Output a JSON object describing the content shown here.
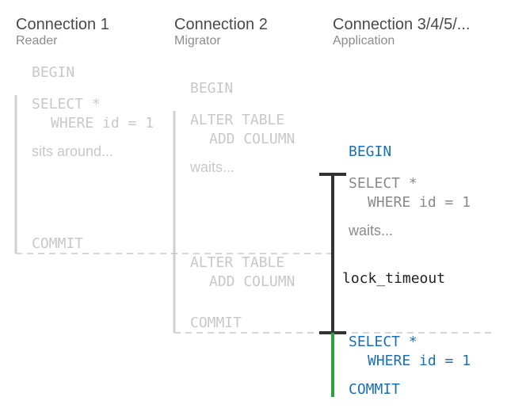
{
  "columns": [
    {
      "title": "Connection 1",
      "role": "Reader"
    },
    {
      "title": "Connection 2",
      "role": "Migrator"
    },
    {
      "title": "Connection 3/4/5/...",
      "role": "Application"
    }
  ],
  "connection1": {
    "begin": "BEGIN",
    "select": "SELECT *",
    "where": "WHERE id = 1",
    "note": "sits around...",
    "commit": "COMMIT"
  },
  "connection2": {
    "begin": "BEGIN",
    "alter1": "ALTER TABLE",
    "add1": "ADD COLUMN",
    "note": "waits...",
    "alter2": "ALTER TABLE",
    "add2": "ADD COLUMN",
    "commit": "COMMIT"
  },
  "connection3": {
    "begin": "BEGIN",
    "select1": "SELECT *",
    "where1": "WHERE id = 1",
    "note": "waits...",
    "timeout_label": "lock_timeout",
    "select2": "SELECT *",
    "where2": "WHERE id = 1",
    "commit": "COMMIT"
  },
  "colors": {
    "pale_text": "#c8c8c8",
    "mid_text": "#8a8a8a",
    "active_blue": "#1a6fb6",
    "bracket_dark": "#333333",
    "success_green": "#2ea043",
    "faint_line": "#d0d0d0"
  }
}
